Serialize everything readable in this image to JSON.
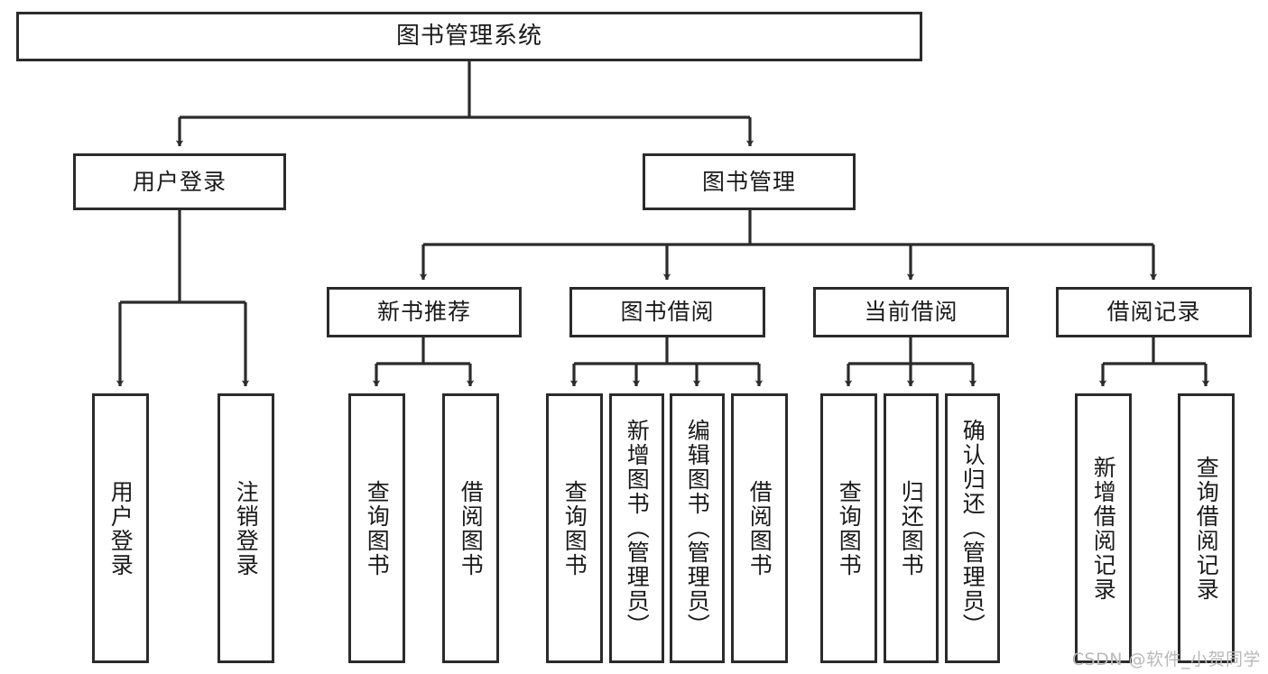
{
  "diagram": {
    "title": "图书管理系统",
    "type": "tree-hierarchy-chart",
    "root": {
      "label": "图书管理系统"
    },
    "level2": [
      {
        "id": "user-login",
        "label": "用户登录"
      },
      {
        "id": "book-management",
        "label": "图书管理"
      }
    ],
    "level3": [
      {
        "id": "new-book-recommend",
        "label": "新书推荐"
      },
      {
        "id": "book-borrow",
        "label": "图书借阅"
      },
      {
        "id": "current-borrow",
        "label": "当前借阅"
      },
      {
        "id": "borrow-record",
        "label": "借阅记录"
      }
    ],
    "leaves": [
      {
        "id": "leaf-user-login",
        "label": "用户登录",
        "parent": "user-login"
      },
      {
        "id": "leaf-logout-login",
        "label": "注销登录",
        "parent": "user-login"
      },
      {
        "id": "leaf-query-book-1",
        "label": "查询图书",
        "parent": "new-book-recommend"
      },
      {
        "id": "leaf-borrow-book-1",
        "label": "借阅图书",
        "parent": "new-book-recommend"
      },
      {
        "id": "leaf-query-book-2",
        "label": "查询图书",
        "parent": "book-borrow"
      },
      {
        "id": "leaf-add-book",
        "label": "新增图书（管理员）",
        "parent": "book-borrow"
      },
      {
        "id": "leaf-edit-book",
        "label": "编辑图书（管理员）",
        "parent": "book-borrow"
      },
      {
        "id": "leaf-borrow-book-2",
        "label": "借阅图书",
        "parent": "book-borrow"
      },
      {
        "id": "leaf-query-book-3",
        "label": "查询图书",
        "parent": "current-borrow"
      },
      {
        "id": "leaf-return-book",
        "label": "归还图书",
        "parent": "current-borrow"
      },
      {
        "id": "leaf-confirm-return",
        "label": "确认归还（管理员）",
        "parent": "current-borrow"
      },
      {
        "id": "leaf-add-record",
        "label": "新增借阅记录",
        "parent": "borrow-record"
      },
      {
        "id": "leaf-query-record",
        "label": "查询借阅记录",
        "parent": "borrow-record"
      }
    ],
    "colors": {
      "stroke": "#2b2b2b",
      "fill": "#ffffff",
      "text": "#1a1a1a",
      "watermark": "#b9b9b9"
    }
  },
  "watermark": {
    "text": "CSDN @软件_小贺同学"
  }
}
